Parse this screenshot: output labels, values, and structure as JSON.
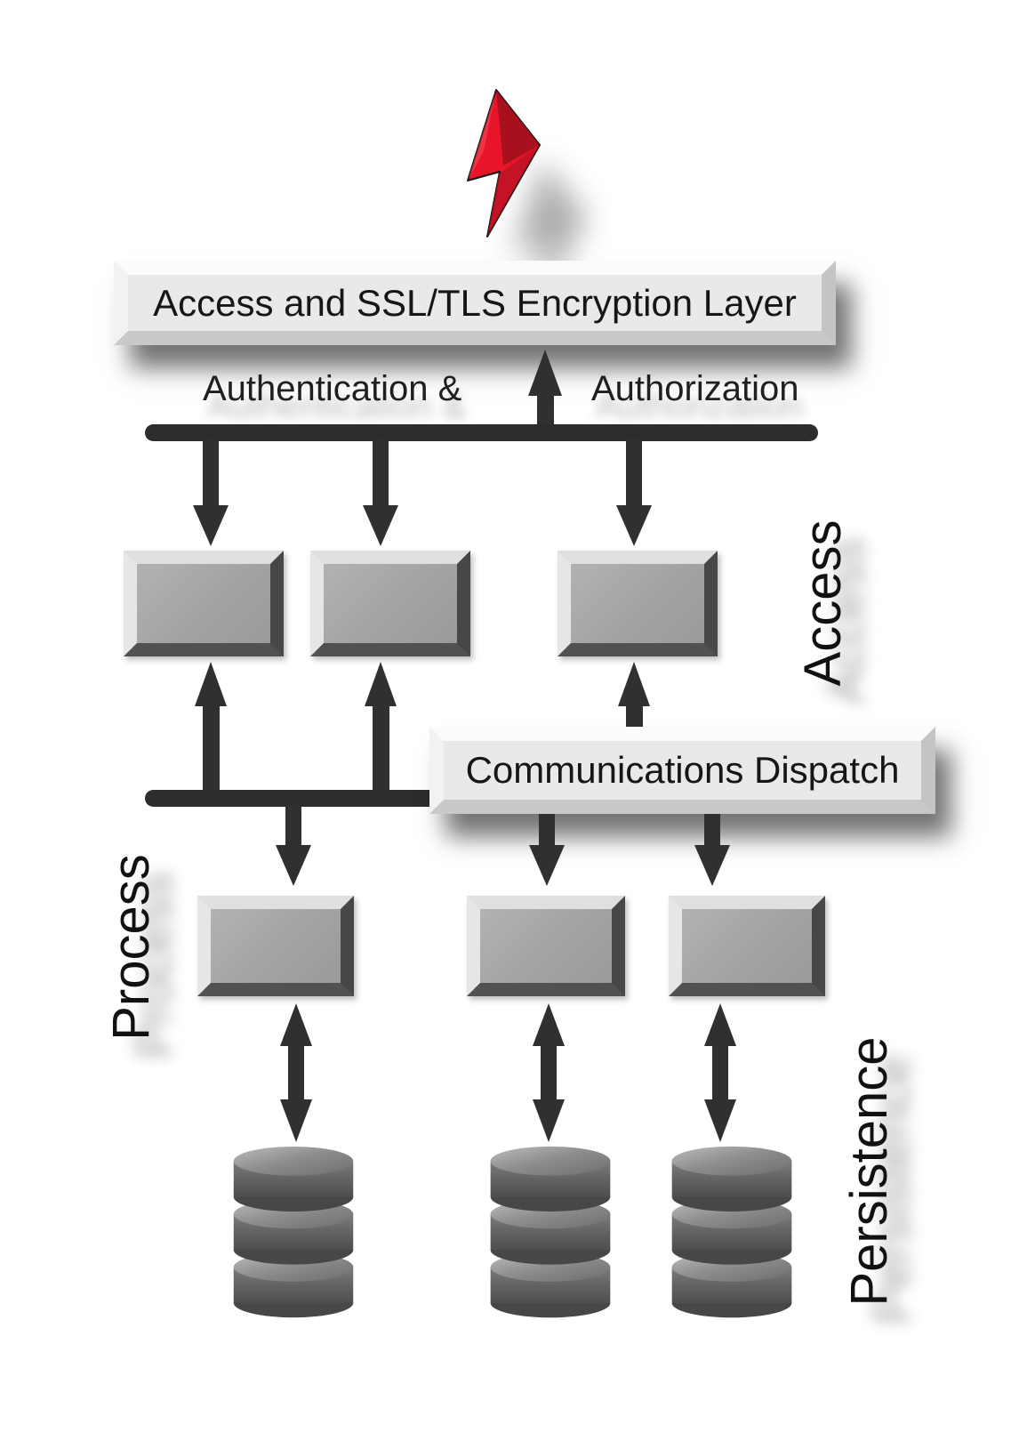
{
  "diagram": {
    "type": "layered-architecture-diagram",
    "banners": {
      "top": {
        "label": "Access and SSL/TLS Encryption Layer"
      },
      "dispatch": {
        "label": "Communications Dispatch"
      }
    },
    "bus_labels": {
      "left": "Authentication &",
      "right": "Authorization"
    },
    "layer_labels": {
      "access": "Access",
      "process": "Process",
      "persistence": "Persistence"
    },
    "icons": {
      "bolt": "lightning-bolt-icon",
      "database": "database-icon"
    },
    "counts": {
      "access_boxes": 3,
      "process_boxes": 3,
      "databases": 3
    },
    "colors": {
      "bolt_red": "#e8152a",
      "bolt_red_dark": "#9c0f1c",
      "arrow_dark": "#303030",
      "banner_face": "#e9e9e9",
      "box_face": "#a5a5a5",
      "database_gray": "#5f5f5f",
      "background": "#ffffff"
    }
  }
}
